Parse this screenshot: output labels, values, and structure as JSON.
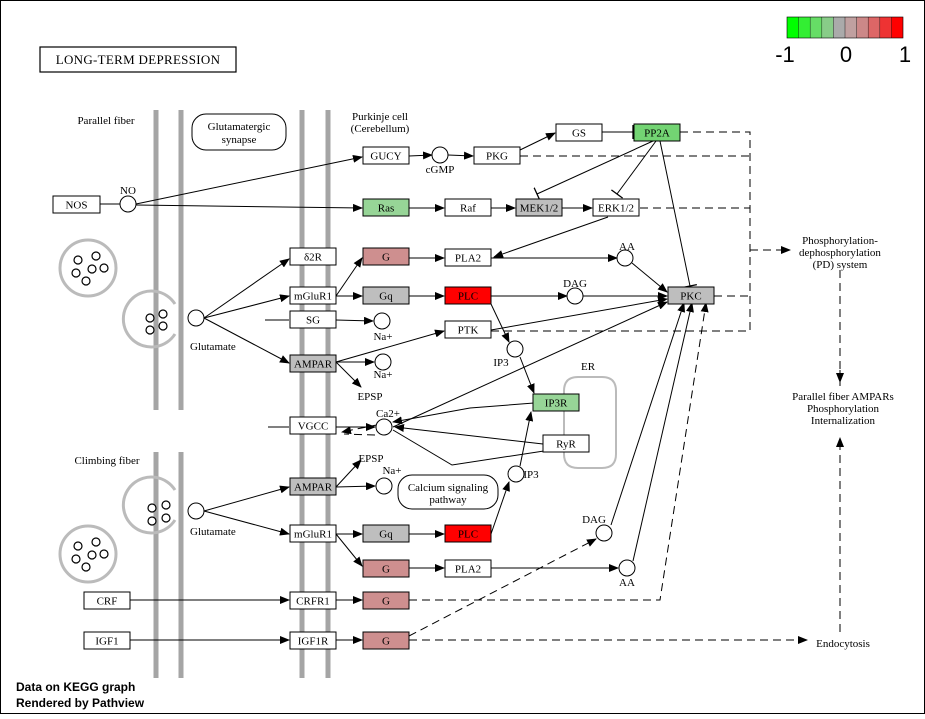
{
  "title": "LONG-TERM  DEPRESSION",
  "footer": {
    "line1": "Data on KEGG graph",
    "line2": "Rendered by Pathview"
  },
  "legend": {
    "min_label": "-1",
    "mid_label": "0",
    "max_label": "1",
    "colors": [
      "#00ff00",
      "#33ee33",
      "#66dd66",
      "#88cc88",
      "#aaaaaa",
      "#c0a0a0",
      "#cc8888",
      "#dd6666",
      "#ee3333",
      "#ff0000"
    ]
  },
  "colors": {
    "white": "#ffffff",
    "grey": "#bebebe",
    "pink": "#ce8f8f",
    "green": "#73d473",
    "lightgreen": "#97d597",
    "red": "#ff0000"
  },
  "labels": {
    "parallel_fiber": "Parallel fiber",
    "climbing_fiber": "Climbing fiber",
    "glutamatergic_1": "Glutamatergic",
    "glutamatergic_2": "synapse",
    "purkinje_1": "Purkinje cell",
    "purkinje_2": "(Cerebellum)",
    "glutamate_1": "Glutamate",
    "glutamate_2": "Glutamate",
    "no": "NO",
    "cgmp": "cGMP",
    "aa_1": "AA",
    "aa_2": "AA",
    "dag_1": "DAG",
    "dag_2": "DAG",
    "ip3_1": "IP3",
    "ip3_2": "IP3",
    "er": "ER",
    "epsp_1": "EPSP",
    "epsp_2": "EPSP",
    "na_1": "Na+",
    "na_2": "Na+",
    "na_3": "Na+",
    "ca": "Ca2+",
    "calcium_1": "Calcium signaling",
    "calcium_2": "pathway",
    "pd_1": "Phosphorylation-",
    "pd_2": "dephosphorylation",
    "pd_3": "(PD) system",
    "pf_1": "Parallel fiber AMPARs",
    "pf_2": "Phosphorylation",
    "pf_3": "Internalization",
    "endocytosis": "Endocytosis"
  },
  "nodes": [
    {
      "id": "nos",
      "label": "NOS",
      "fill": "white"
    },
    {
      "id": "gucy",
      "label": "GUCY",
      "fill": "white"
    },
    {
      "id": "pkg",
      "label": "PKG",
      "fill": "white"
    },
    {
      "id": "gs",
      "label": "GS",
      "fill": "white"
    },
    {
      "id": "pp2a",
      "label": "PP2A",
      "fill": "green"
    },
    {
      "id": "ras",
      "label": "Ras",
      "fill": "lightgreen"
    },
    {
      "id": "raf",
      "label": "Raf",
      "fill": "white"
    },
    {
      "id": "mek",
      "label": "MEK1/2",
      "fill": "grey"
    },
    {
      "id": "erk",
      "label": "ERK1/2",
      "fill": "white"
    },
    {
      "id": "d2r",
      "label": "δ2R",
      "fill": "white"
    },
    {
      "id": "g1",
      "label": "G",
      "fill": "pink"
    },
    {
      "id": "pla2_1",
      "label": "PLA2",
      "fill": "white"
    },
    {
      "id": "mglur1_1",
      "label": "mGluR1",
      "fill": "white"
    },
    {
      "id": "gq1",
      "label": "Gq",
      "fill": "grey"
    },
    {
      "id": "plc1",
      "label": "PLC",
      "fill": "red"
    },
    {
      "id": "pkc",
      "label": "PKC",
      "fill": "grey"
    },
    {
      "id": "sg",
      "label": "SG",
      "fill": "white"
    },
    {
      "id": "ptk",
      "label": "PTK",
      "fill": "white"
    },
    {
      "id": "ampar1",
      "label": "AMPAR",
      "fill": "grey"
    },
    {
      "id": "ip3r",
      "label": "IP3R",
      "fill": "lightgreen"
    },
    {
      "id": "vgcc",
      "label": "VGCC",
      "fill": "white"
    },
    {
      "id": "ryr",
      "label": "RyR",
      "fill": "white"
    },
    {
      "id": "ampar2",
      "label": "AMPAR",
      "fill": "grey"
    },
    {
      "id": "mglur1_2",
      "label": "mGluR1",
      "fill": "white"
    },
    {
      "id": "gq2",
      "label": "Gq",
      "fill": "grey"
    },
    {
      "id": "plc2",
      "label": "PLC",
      "fill": "red"
    },
    {
      "id": "g2",
      "label": "G",
      "fill": "pink"
    },
    {
      "id": "pla2_2",
      "label": "PLA2",
      "fill": "white"
    },
    {
      "id": "crf",
      "label": "CRF",
      "fill": "white"
    },
    {
      "id": "crfr1",
      "label": "CRFR1",
      "fill": "white"
    },
    {
      "id": "g3",
      "label": "G",
      "fill": "pink"
    },
    {
      "id": "igf1",
      "label": "IGF1",
      "fill": "white"
    },
    {
      "id": "igf1r",
      "label": "IGF1R",
      "fill": "white"
    },
    {
      "id": "g4",
      "label": "G",
      "fill": "pink"
    }
  ]
}
